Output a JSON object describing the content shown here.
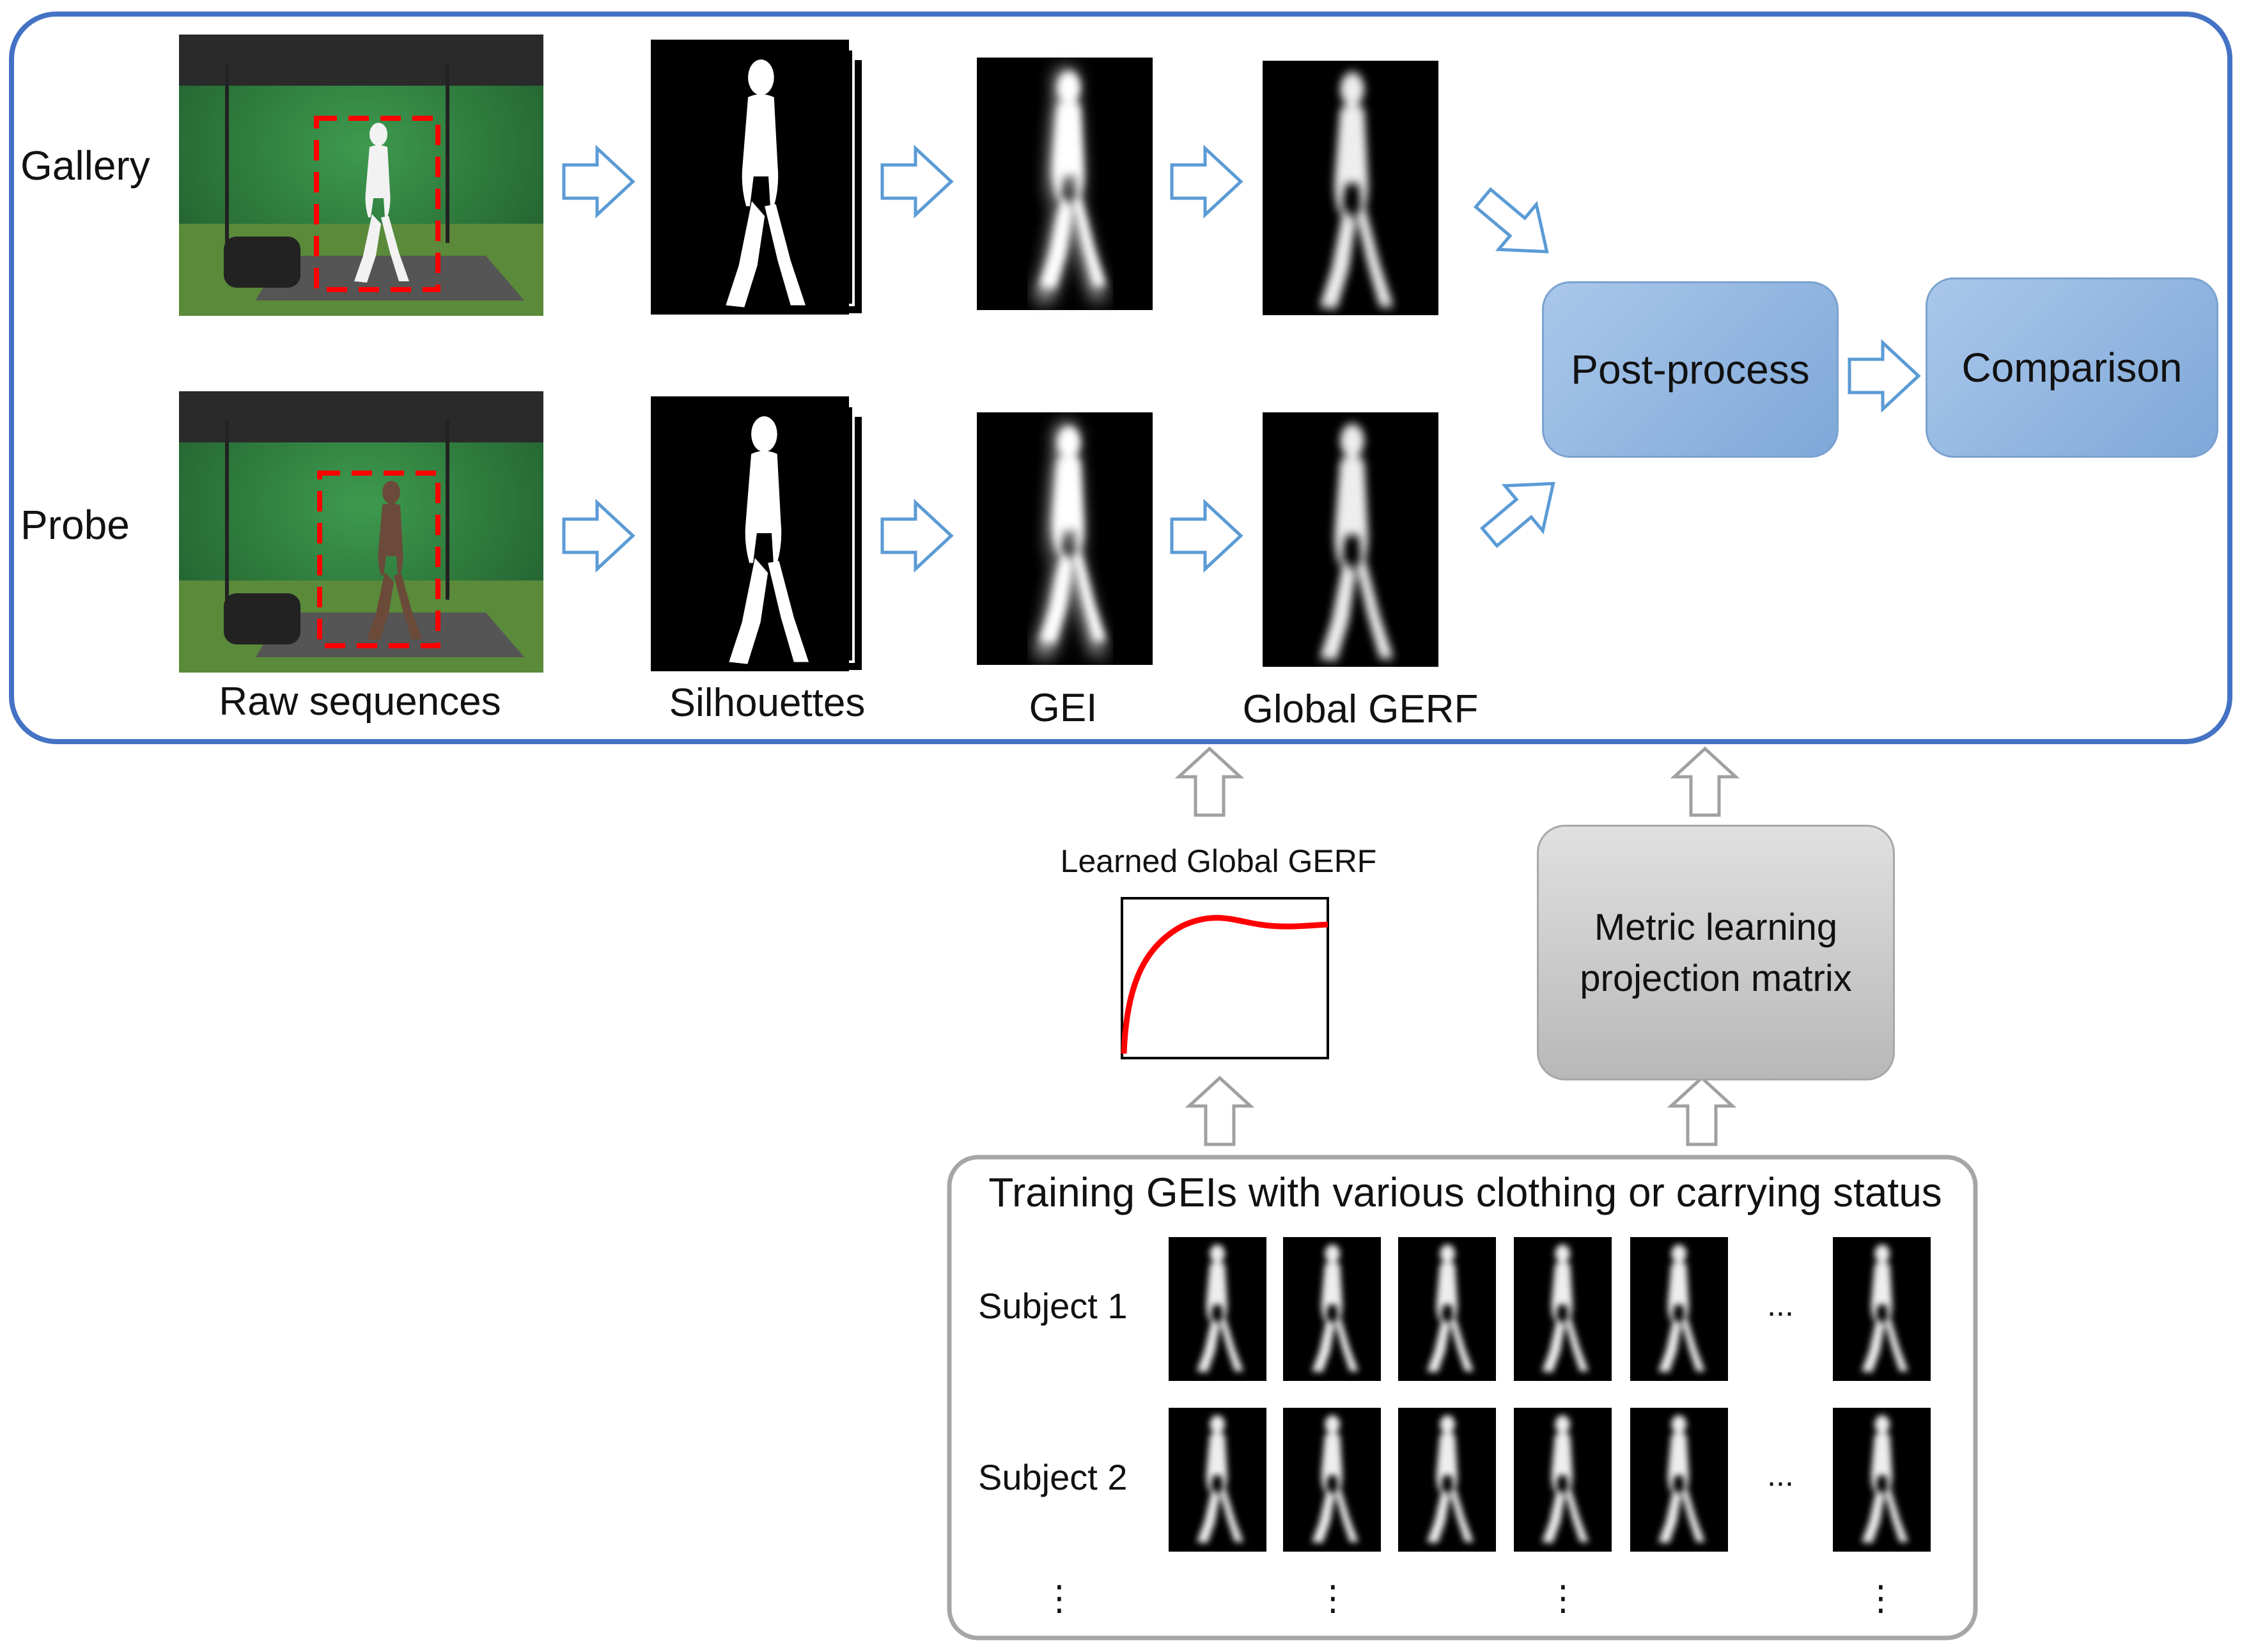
{
  "pipeline": {
    "rows": {
      "gallery": "Gallery",
      "probe": "Probe"
    },
    "columns": {
      "raw": "Raw sequences",
      "silhouettes": "Silhouettes",
      "gei": "GEI",
      "global_gerf": "Global GERF"
    },
    "post_process": "Post-process",
    "comparison": "Comparison"
  },
  "learning": {
    "gerf_box_title": "Learned Global GERF",
    "metric_box_line1": "Metric learning",
    "metric_box_line2": "projection matrix"
  },
  "training": {
    "title": "Training GEIs with various clothing or carrying status",
    "subjects": [
      "Subject 1",
      "Subject 2"
    ],
    "ellipsis": "...",
    "vdots": "⋮"
  },
  "colors": {
    "frame_blue": "#4472c4",
    "arrow_blue": "#5b9bd5",
    "curve_red": "#ff0000",
    "bbox_red": "#ff0000",
    "gray_box": "#c8c8c8",
    "training_border": "#a6a6a6"
  }
}
